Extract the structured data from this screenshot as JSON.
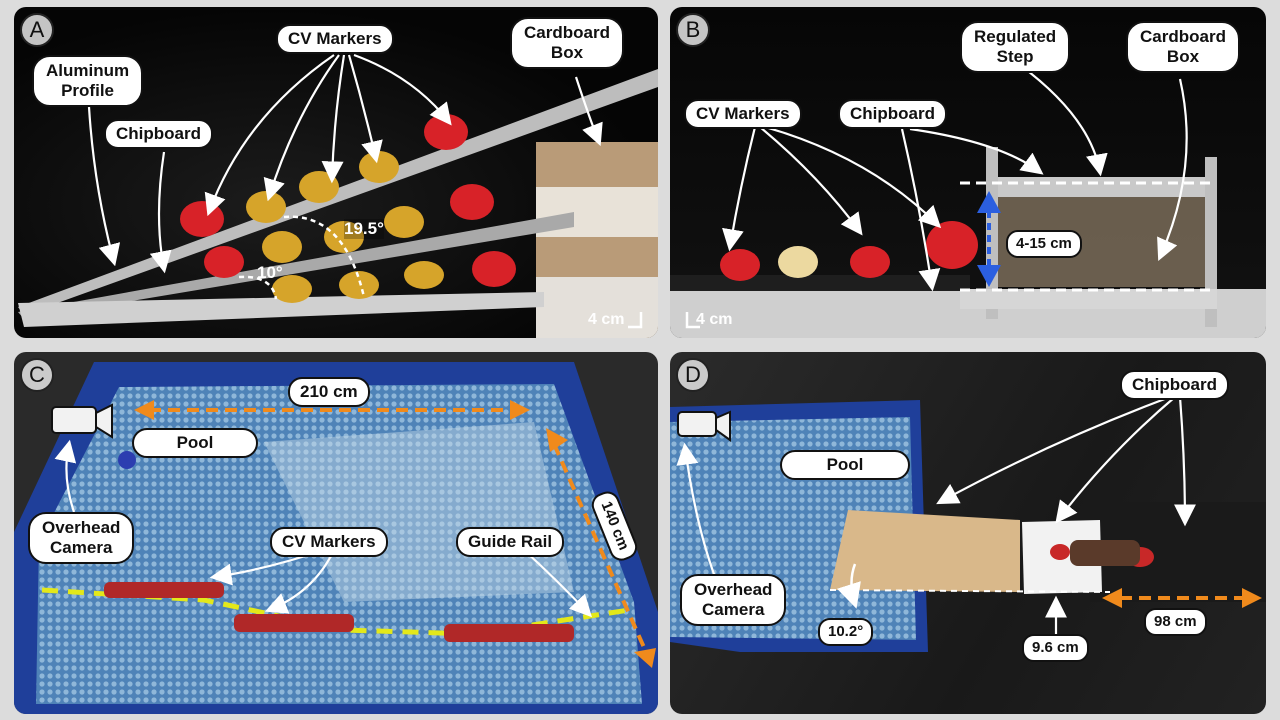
{
  "panels": {
    "a": {
      "letter": "A",
      "labels": {
        "aluminum_profile": "Aluminum\nProfile",
        "chipboard": "Chipboard",
        "cv_markers": "CV Markers",
        "cardboard_box": "Cardboard\nBox",
        "angle_large": "19.5°",
        "angle_small": "10°",
        "scale": "4 cm"
      }
    },
    "b": {
      "letter": "B",
      "labels": {
        "cv_markers": "CV Markers",
        "chipboard": "Chipboard",
        "regulated_step": "Regulated\nStep",
        "cardboard_box": "Cardboard\nBox",
        "step_range": "4-15 cm",
        "scale": "4 cm"
      }
    },
    "c": {
      "letter": "C",
      "labels": {
        "width": "210 cm",
        "pool": "Pool",
        "depth": "140 cm",
        "overhead_camera": "Overhead\nCamera",
        "cv_markers": "CV Markers",
        "guide_rail": "Guide Rail"
      }
    },
    "d": {
      "letter": "D",
      "labels": {
        "chipboard": "Chipboard",
        "pool": "Pool",
        "overhead_camera": "Overhead\nCamera",
        "angle": "10.2°",
        "step_height": "9.6 cm",
        "length": "98 cm"
      }
    }
  }
}
